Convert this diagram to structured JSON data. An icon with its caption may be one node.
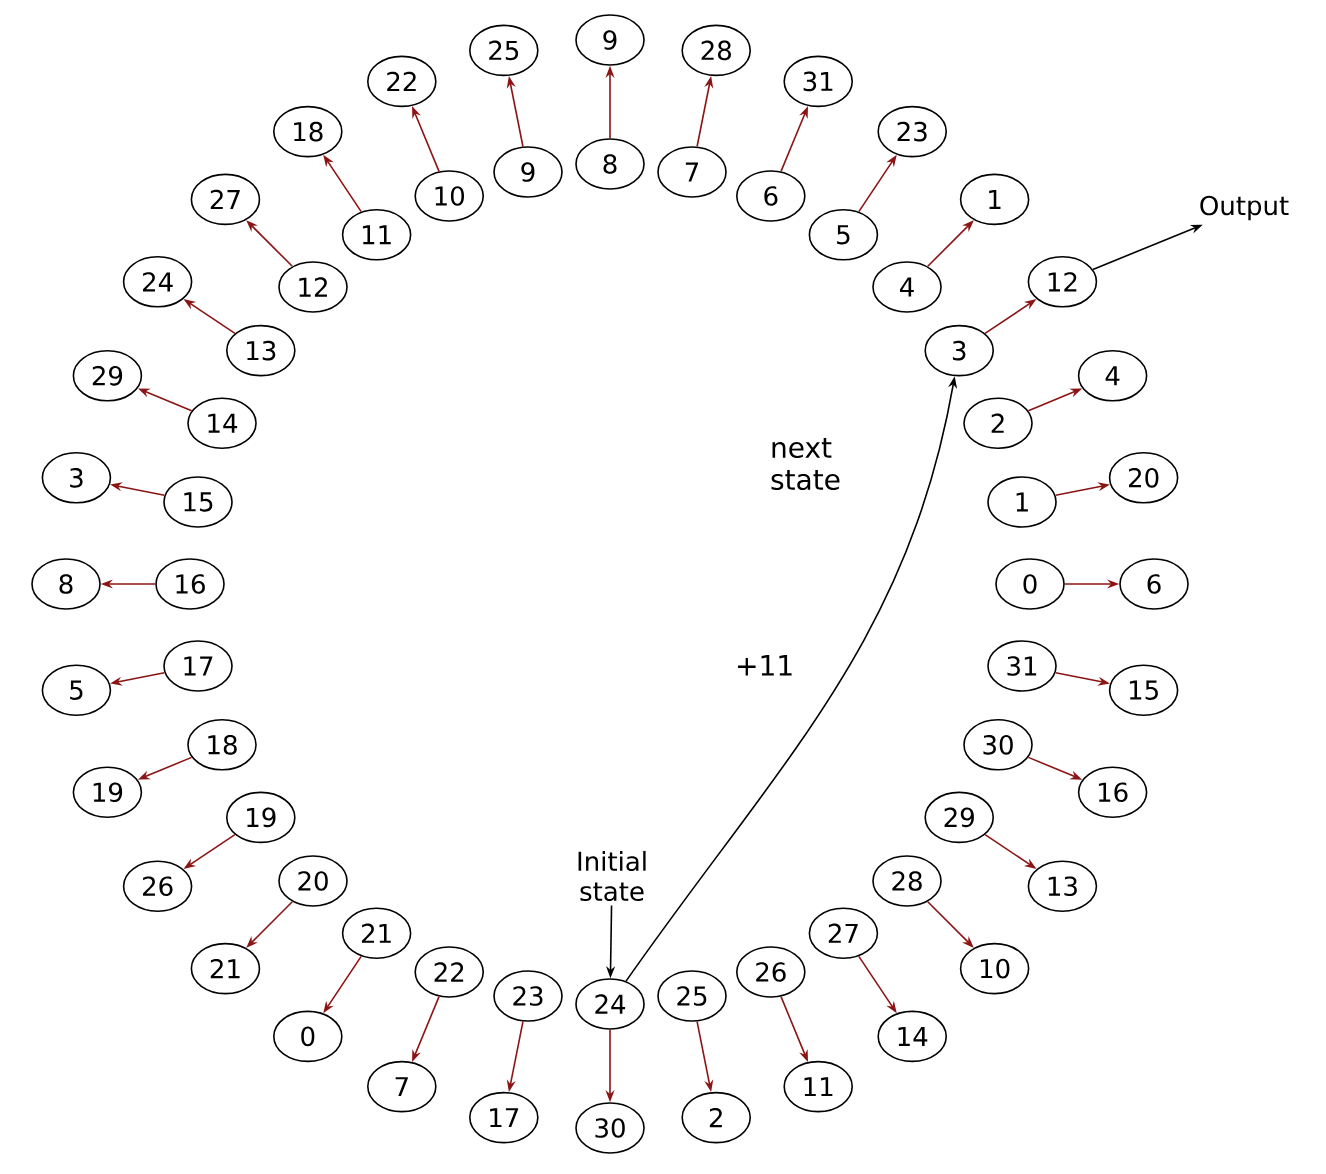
{
  "diagram": {
    "nodes": [
      {
        "text": [
          "0"
        ]
      },
      {
        "text": [
          "1"
        ]
      },
      {
        "text": [
          "2"
        ]
      },
      {
        "text": [
          "3"
        ]
      },
      {
        "text": [
          "4"
        ]
      },
      {
        "text": [
          "5"
        ]
      },
      {
        "text": [
          "6"
        ]
      },
      {
        "text": [
          "7"
        ]
      },
      {
        "text": [
          "8"
        ]
      },
      {
        "text": [
          "9"
        ]
      },
      {
        "text": [
          "10"
        ]
      },
      {
        "text": [
          "11"
        ]
      },
      {
        "text": [
          "12"
        ]
      },
      {
        "text": [
          "13"
        ]
      },
      {
        "text": [
          "14"
        ]
      },
      {
        "text": [
          "15"
        ]
      },
      {
        "text": [
          "16"
        ]
      },
      {
        "text": [
          "17"
        ]
      },
      {
        "text": [
          "18"
        ]
      },
      {
        "text": [
          "19"
        ]
      },
      {
        "text": [
          "20"
        ]
      },
      {
        "text": [
          "21"
        ]
      },
      {
        "text": [
          "22"
        ]
      },
      {
        "text": [
          "23"
        ]
      },
      {
        "text": [
          "24"
        ]
      },
      {
        "text": [
          "25"
        ]
      },
      {
        "text": [
          "26"
        ]
      },
      {
        "text": [
          "27"
        ]
      },
      {
        "text": [
          "28"
        ]
      },
      {
        "text": [
          "29"
        ]
      },
      {
        "text": [
          "30"
        ]
      },
      {
        "text": [
          "31"
        ]
      },
      {
        "text": [
          "6"
        ]
      },
      {
        "text": [
          "20"
        ]
      },
      {
        "text": [
          "4"
        ]
      },
      {
        "text": [
          "12"
        ]
      },
      {
        "text": [
          "1"
        ]
      },
      {
        "text": [
          "23"
        ]
      },
      {
        "text": [
          "31"
        ]
      },
      {
        "text": [
          "28"
        ]
      },
      {
        "text": [
          "9"
        ]
      },
      {
        "text": [
          "25"
        ]
      },
      {
        "text": [
          "22"
        ]
      },
      {
        "text": [
          "18"
        ]
      },
      {
        "text": [
          "27"
        ]
      },
      {
        "text": [
          "24"
        ]
      },
      {
        "text": [
          "29"
        ]
      },
      {
        "text": [
          "3"
        ]
      },
      {
        "text": [
          "8"
        ]
      },
      {
        "text": [
          "5"
        ]
      },
      {
        "text": [
          "19"
        ]
      },
      {
        "text": [
          "26"
        ]
      },
      {
        "text": [
          "21"
        ]
      },
      {
        "text": [
          "0"
        ]
      },
      {
        "text": [
          "7"
        ]
      },
      {
        "text": [
          "17"
        ]
      },
      {
        "text": [
          "30"
        ]
      },
      {
        "text": [
          "2"
        ]
      },
      {
        "text": [
          "11"
        ]
      },
      {
        "text": [
          "14"
        ]
      },
      {
        "text": [
          "10"
        ]
      },
      {
        "text": [
          "13"
        ]
      },
      {
        "text": [
          "16"
        ]
      },
      {
        "text": [
          "15"
        ]
      },
      {
        "text": [
          "Output"
        ]
      },
      {
        "text": [
          "Initial state"
        ]
      }
    ],
    "edges": [
      {
        "from": 0,
        "to": 32,
        "arrow": "to",
        "color": "#8b1414"
      },
      {
        "from": 1,
        "to": 33,
        "arrow": "to",
        "color": "#8b1414"
      },
      {
        "from": 2,
        "to": 34,
        "arrow": "to",
        "color": "#8b1414"
      },
      {
        "from": 3,
        "to": 35,
        "arrow": "to",
        "color": "#8b1414"
      },
      {
        "from": 4,
        "to": 36,
        "arrow": "to",
        "color": "#8b1414"
      },
      {
        "from": 5,
        "to": 37,
        "arrow": "to",
        "color": "#8b1414"
      },
      {
        "from": 6,
        "to": 38,
        "arrow": "to",
        "color": "#8b1414"
      },
      {
        "from": 7,
        "to": 39,
        "arrow": "to",
        "color": "#8b1414"
      },
      {
        "from": 8,
        "to": 40,
        "arrow": "to",
        "color": "#8b1414"
      },
      {
        "from": 9,
        "to": 41,
        "arrow": "to",
        "color": "#8b1414"
      },
      {
        "from": 10,
        "to": 42,
        "arrow": "to",
        "color": "#8b1414"
      },
      {
        "from": 11,
        "to": 43,
        "arrow": "to",
        "color": "#8b1414"
      },
      {
        "from": 12,
        "to": 44,
        "arrow": "to",
        "color": "#8b1414"
      },
      {
        "from": 13,
        "to": 45,
        "arrow": "to",
        "color": "#8b1414"
      },
      {
        "from": 14,
        "to": 46,
        "arrow": "to",
        "color": "#8b1414"
      },
      {
        "from": 15,
        "to": 47,
        "arrow": "to",
        "color": "#8b1414"
      },
      {
        "from": 16,
        "to": 48,
        "arrow": "to",
        "color": "#8b1414"
      },
      {
        "from": 17,
        "to": 49,
        "arrow": "to",
        "color": "#8b1414"
      },
      {
        "from": 18,
        "to": 50,
        "arrow": "to",
        "color": "#8b1414"
      },
      {
        "from": 19,
        "to": 51,
        "arrow": "to",
        "color": "#8b1414"
      },
      {
        "from": 20,
        "to": 52,
        "arrow": "to",
        "color": "#8b1414"
      },
      {
        "from": 21,
        "to": 53,
        "arrow": "to",
        "color": "#8b1414"
      },
      {
        "from": 22,
        "to": 54,
        "arrow": "to",
        "color": "#8b1414"
      },
      {
        "from": 23,
        "to": 55,
        "arrow": "to",
        "color": "#8b1414"
      },
      {
        "from": 24,
        "to": 56,
        "arrow": "to",
        "color": "#8b1414"
      },
      {
        "from": 25,
        "to": 57,
        "arrow": "to",
        "color": "#8b1414"
      },
      {
        "from": 26,
        "to": 58,
        "arrow": "to",
        "color": "#8b1414"
      },
      {
        "from": 27,
        "to": 59,
        "arrow": "to",
        "color": "#8b1414"
      },
      {
        "from": 28,
        "to": 60,
        "arrow": "to",
        "color": "#8b1414"
      },
      {
        "from": 29,
        "to": 61,
        "arrow": "to",
        "color": "#8b1414"
      },
      {
        "from": 30,
        "to": 62,
        "arrow": "to",
        "color": "#8b1414"
      },
      {
        "from": 31,
        "to": 63,
        "arrow": "to",
        "color": "#8b1414"
      },
      {
        "from": 35,
        "to": 64,
        "arrow": "to",
        "color": "#000000"
      },
      {
        "from": 24,
        "to": 3,
        "arrow": "to",
        "label": "+11",
        "color": "#000000"
      },
      {
        "from": 65,
        "to": 24,
        "arrow": "to",
        "color": "#000000"
      }
    ],
    "labels": [
      "next state"
    ]
  }
}
